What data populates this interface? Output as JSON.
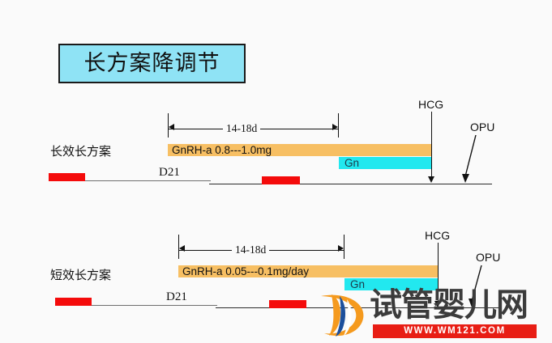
{
  "title": {
    "text": "长方案降调节",
    "box_fill": "#8fe3f5",
    "box_border": "#1a1a1a"
  },
  "colors": {
    "background": "#fafafa",
    "gnrh_bar": "#f7bf63",
    "gn_bar": "#22e8ef",
    "red_block": "#f40b0b",
    "axis": "#2b2b2b",
    "watermark_red": "#e81d14"
  },
  "protocols": [
    {
      "name": "长效长方案",
      "gnrh_label": "GnRH-a 0.8---1.0mg",
      "gn_label": "Gn",
      "duration_label": "14-18d",
      "day_label": "D21",
      "trigger_label": "HCG",
      "retrieval_label": "OPU"
    },
    {
      "name": "短效长方案",
      "gnrh_label": "GnRH-a 0.05---0.1mg/day",
      "gn_label": "Gn",
      "duration_label": "14-18d",
      "day_label": "D21",
      "trigger_label": "HCG",
      "retrieval_label": "OPU"
    }
  ],
  "watermark": {
    "site_name": "试管婴儿网",
    "url": "WWW.WM121.COM"
  },
  "chart_data": {
    "type": "table",
    "title": "长方案降调节",
    "rows": [
      {
        "protocol": "长效长方案",
        "downregulation_drug": "GnRH-a 0.8---1.0mg",
        "start_day": "D21",
        "downregulation_duration": "14-18d",
        "stimulation_drug": "Gn",
        "trigger": "HCG",
        "oocyte_pickup": "OPU"
      },
      {
        "protocol": "短效长方案",
        "downregulation_drug": "GnRH-a 0.05---0.1mg/day",
        "start_day": "D21",
        "downregulation_duration": "14-18d",
        "stimulation_drug": "Gn",
        "trigger": "HCG",
        "oocyte_pickup": "OPU"
      }
    ]
  }
}
